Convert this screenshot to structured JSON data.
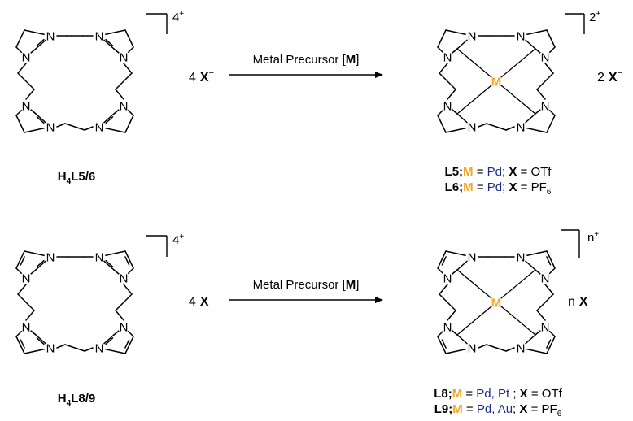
{
  "colors": {
    "metal": "#f5a623",
    "element": "#1f2d8a",
    "ink": "#000000"
  },
  "top": {
    "ligand_charge": "4",
    "ligand_charge_sign": "+",
    "counterion_coef": "4",
    "counterion_symbol": "X",
    "counterion_sign": "−",
    "reagent_text": "Metal Precursor [",
    "reagent_metal": "M",
    "reagent_close": "]",
    "product_charge": "2",
    "product_charge_sign": "+",
    "product_counterion_coef": "2",
    "product_counterion_symbol": "X",
    "product_counterion_sign": "−",
    "metal_label": "M",
    "ligand_label": {
      "h": "H",
      "sub": "4",
      "rest": "L5/6"
    },
    "product_lines": [
      {
        "compound": "L5;",
        "m_key": "M",
        "eq1": " = ",
        "metals": "Pd",
        "sep": "; ",
        "x_key": "X",
        "eq2": " = ",
        "anion": "OTf",
        "anion_sub": ""
      },
      {
        "compound": "L6;",
        "m_key": "M",
        "eq1": " = ",
        "metals": "Pd",
        "sep": "; ",
        "x_key": "X",
        "eq2": " = ",
        "anion": "PF",
        "anion_sub": "6"
      }
    ]
  },
  "bottom": {
    "ligand_charge": "4",
    "ligand_charge_sign": "+",
    "counterion_coef": "4",
    "counterion_symbol": "X",
    "counterion_sign": "−",
    "reagent_text": "Metal Precursor [",
    "reagent_metal": "M",
    "reagent_close": "]",
    "product_charge": "n",
    "product_charge_sign": "+",
    "product_counterion_coef": "n",
    "product_counterion_symbol": "X",
    "product_counterion_sign": "−",
    "metal_label": "M",
    "ligand_label": {
      "h": "H",
      "sub": "4",
      "rest": "L8/9"
    },
    "product_lines": [
      {
        "compound": "L8;",
        "m_key": "M",
        "eq1": " = ",
        "metals": "Pd, Pt",
        "sep": " ; ",
        "x_key": "X",
        "eq2": " = ",
        "anion": "OTf",
        "anion_sub": ""
      },
      {
        "compound": "L9;",
        "m_key": "M",
        "eq1": " = ",
        "metals": "Pd, Au",
        "sep": "; ",
        "x_key": "X",
        "eq2": " = ",
        "anion": "PF",
        "anion_sub": "6"
      }
    ]
  },
  "atoms": {
    "nitrogen": "N"
  }
}
